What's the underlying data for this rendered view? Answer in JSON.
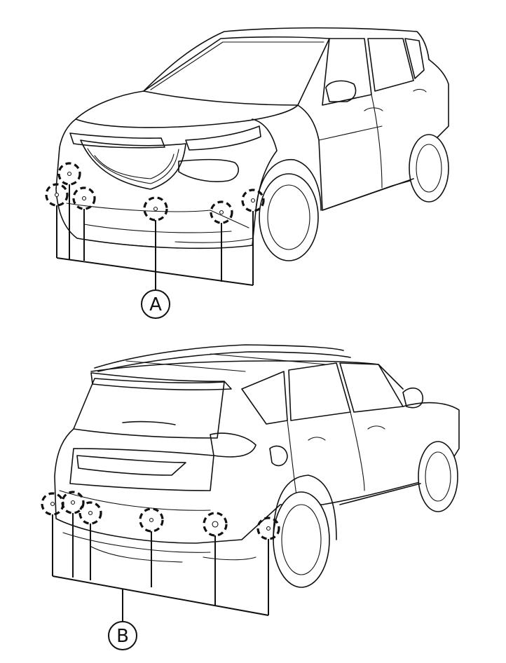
{
  "figure": {
    "views": [
      {
        "id": "front",
        "callout": "A",
        "sensor_count": 6
      },
      {
        "id": "rear",
        "callout": "B",
        "sensor_count": 6
      }
    ]
  },
  "colors": {
    "line": "#111111",
    "background": "#ffffff"
  }
}
